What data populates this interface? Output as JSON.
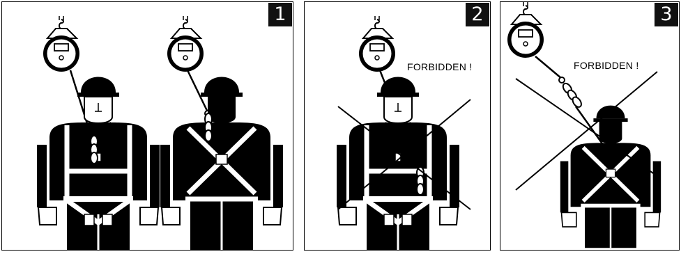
{
  "panels": [
    {
      "number": "1"
    },
    {
      "number": "2",
      "warning": "FORBIDDEN !"
    },
    {
      "number": "3",
      "warning": "FORBIDDEN !"
    }
  ],
  "colors": {
    "ink": "#000000",
    "paper": "#ffffff",
    "badge": "#111111"
  },
  "icons": [
    "self-retracting-lifeline-icon",
    "worker-harness-front-icon",
    "worker-harness-back-icon",
    "cross-out-icon"
  ]
}
